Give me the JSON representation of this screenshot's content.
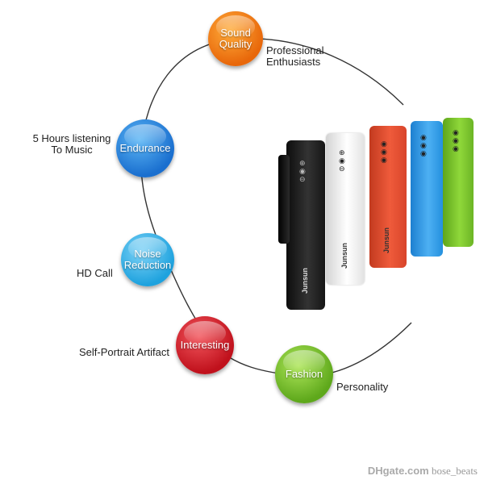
{
  "features": [
    {
      "id": "sound",
      "bubble": "Sound Quality",
      "side": "Professional Enthusiasts",
      "color": "#f07a12"
    },
    {
      "id": "endurance",
      "bubble": "Endurance",
      "side": "5 Hours listening To Music",
      "color": "#1f8ae0"
    },
    {
      "id": "noise",
      "bubble": "Noise Reduction",
      "side": "HD Call",
      "color": "#2fb2e8"
    },
    {
      "id": "interesting",
      "bubble": "Interesting",
      "side": "Self-Portrait Artifact",
      "color": "#d8212a"
    },
    {
      "id": "fashion",
      "bubble": "Fashion",
      "side": "Personality",
      "color": "#7cc223"
    }
  ],
  "product": {
    "brand": "Junsun",
    "colors": [
      "#1b1b1b",
      "#f3f3f3",
      "#e4472a",
      "#2b9ae4",
      "#7cc528"
    ]
  },
  "watermark": {
    "logo": "DHgate.com",
    "store": "bose_beats"
  }
}
